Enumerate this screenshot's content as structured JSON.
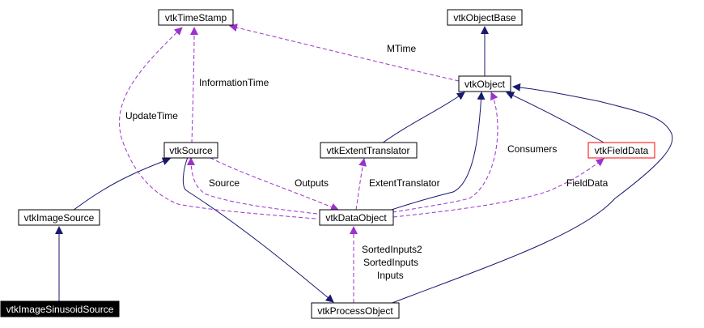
{
  "colors": {
    "inheritance_edge": "#191970",
    "usage_edge": "#9a32cd",
    "node_border": "#000000",
    "highlight_border": "#ff0000",
    "focus_node_fill": "#000000",
    "focus_node_text": "#ffffff",
    "background": "#ffffff"
  },
  "nodes": {
    "timestamp": "vtkTimeStamp",
    "objectbase": "vtkObjectBase",
    "object": "vtkObject",
    "source": "vtkSource",
    "extenttranslator": "vtkExtentTranslator",
    "fielddata": "vtkFieldData",
    "imagesource": "vtkImageSource",
    "dataobject": "vtkDataObject",
    "imagesinusoidsource": "vtkImageSinusoidSource",
    "processobject": "vtkProcessObject"
  },
  "edge_labels": {
    "mtime": "MTime",
    "information_time": "InformationTime",
    "update_time": "UpdateTime",
    "consumers": "Consumers",
    "source": "Source",
    "outputs": "Outputs",
    "extent_translator": "ExtentTranslator",
    "field_data": "FieldData",
    "sorted_inputs2": "SortedInputs2",
    "sorted_inputs": "SortedInputs",
    "inputs": "Inputs"
  }
}
